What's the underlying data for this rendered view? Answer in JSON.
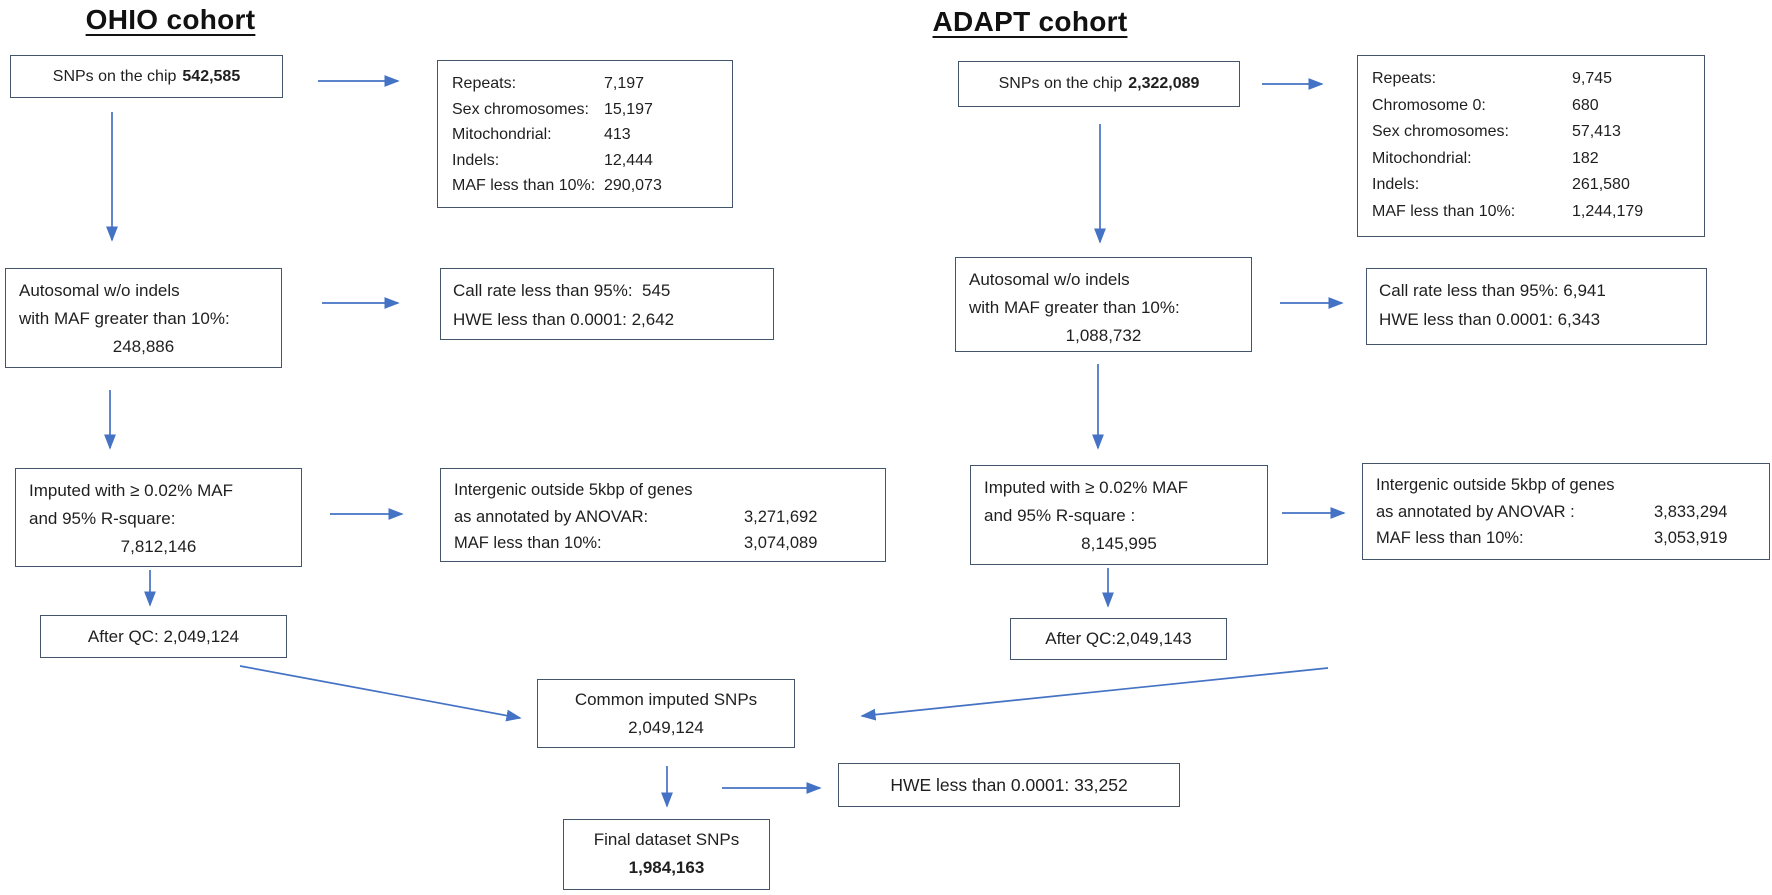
{
  "palette": {
    "border": "#44546a",
    "arrow": "#4472c4",
    "text": "#1f1f1f",
    "background": "#ffffff"
  },
  "ohio": {
    "title": "OHIO cohort",
    "chip": {
      "label": "SNPs on the chip",
      "value": "542,585"
    },
    "excluded": {
      "rows": [
        {
          "label": "Repeats:",
          "value": "7,197"
        },
        {
          "label": "Sex chromosomes:",
          "value": "15,197"
        },
        {
          "label": "Mitochondrial:",
          "value": "413"
        },
        {
          "label": "Indels:",
          "value": "12,444"
        },
        {
          "label": "MAF less than 10%:",
          "value": "290,073"
        }
      ]
    },
    "autosomal": {
      "line1": "Autosomal w/o indels",
      "line2": "with MAF greater than 10%:",
      "value": "248,886"
    },
    "callrate": {
      "line1": "Call rate less than 95%:  545",
      "line2": "HWE less than 0.0001: 2,642"
    },
    "imputed": {
      "line1": "Imputed with ≥ 0.02% MAF",
      "line2": "and 95% R-square:",
      "value": "7,812,146"
    },
    "intergenic": {
      "line1": "Intergenic outside 5kbp of genes",
      "rows": [
        {
          "label": "as annotated by ANOVAR:",
          "value": "3,271,692"
        },
        {
          "label": "MAF less than 10%:",
          "value": "3,074,089"
        }
      ]
    },
    "after_qc": "After QC: 2,049,124"
  },
  "adapt": {
    "title": "ADAPT cohort",
    "chip": {
      "label": "SNPs on the chip",
      "value": "2,322,089"
    },
    "excluded": {
      "rows": [
        {
          "label": "Repeats:",
          "value": "9,745"
        },
        {
          "label": "Chromosome 0:",
          "value": "680"
        },
        {
          "label": "Sex chromosomes:",
          "value": "57,413"
        },
        {
          "label": "Mitochondrial:",
          "value": "182"
        },
        {
          "label": "Indels:",
          "value": "261,580"
        },
        {
          "label": "MAF less than 10%:",
          "value": "1,244,179"
        }
      ]
    },
    "autosomal": {
      "line1": "Autosomal w/o indels",
      "line2": "with MAF greater than 10%:",
      "value": "1,088,732"
    },
    "callrate": {
      "line1": "Call rate less than 95%: 6,941",
      "line2": "HWE less than 0.0001: 6,343"
    },
    "imputed": {
      "line1": "Imputed with ≥ 0.02% MAF",
      "line2": "and 95% R-square :",
      "value": "8,145,995"
    },
    "intergenic": {
      "line1": "Intergenic outside 5kbp of genes",
      "rows": [
        {
          "label": "as annotated by ANOVAR :",
          "value": "3,833,294"
        },
        {
          "label": "MAF less than 10%:",
          "value": "3,053,919"
        }
      ]
    },
    "after_qc": "After QC:2,049,143"
  },
  "merge": {
    "common": {
      "line1": "Common imputed SNPs",
      "value": "2,049,124"
    },
    "hwe": "HWE less than 0.0001: 33,252",
    "final": {
      "line1": "Final dataset SNPs",
      "value": "1,984,163"
    }
  }
}
